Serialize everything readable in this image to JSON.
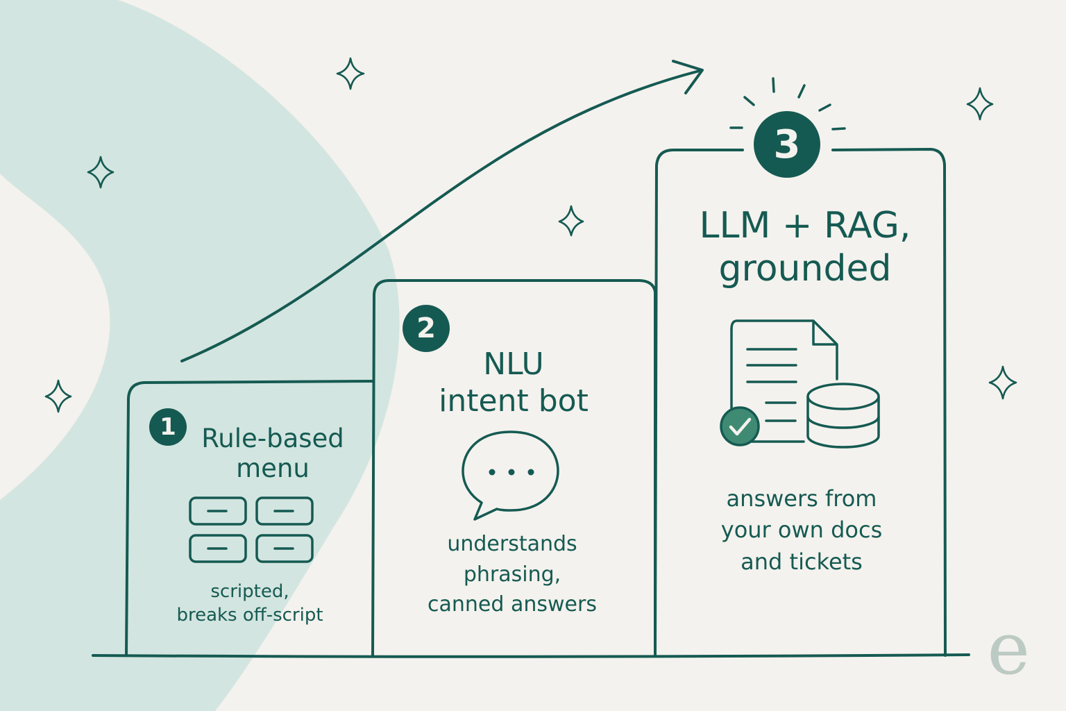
{
  "steps": [
    {
      "number": "1",
      "title_line1": "Rule-based",
      "title_line2": "menu",
      "desc_line1": "scripted,",
      "desc_line2": "breaks off-script",
      "icon": "menu-buttons-icon"
    },
    {
      "number": "2",
      "title_line1": "NLU",
      "title_line2": "intent bot",
      "desc_line1": "understands",
      "desc_line2": "phrasing,",
      "desc_line3": "canned answers",
      "icon": "chat-bubble-icon"
    },
    {
      "number": "3",
      "title_line1": "LLM + RAG,",
      "title_line2": "grounded",
      "desc_line1": "answers from",
      "desc_line2": "your own docs",
      "desc_line3": "and tickets",
      "icon": "document-database-icon"
    }
  ],
  "watermark": "e",
  "colors": {
    "ink": "#155a52",
    "background": "#f4f2ee",
    "blob": "#d3e5e0",
    "check": "#3f8a73",
    "watermark": "#bccac4"
  }
}
